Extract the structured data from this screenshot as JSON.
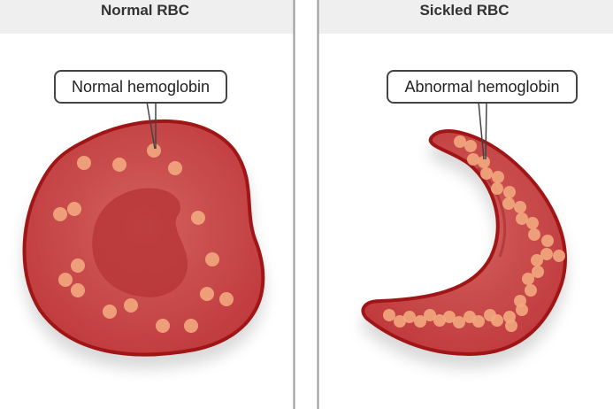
{
  "panels": [
    {
      "title": "Normal RBC",
      "callout": "Normal hemoglobin"
    },
    {
      "title": "Sickled RBC",
      "callout": "Abnormal hemoglobin"
    }
  ],
  "colors": {
    "header_bg": "#efefef",
    "divider": "#9a9a9a",
    "cell_fill": "#c9484a",
    "cell_outline": "#a01418",
    "hemoglobin_dot": "#f2a97e"
  }
}
